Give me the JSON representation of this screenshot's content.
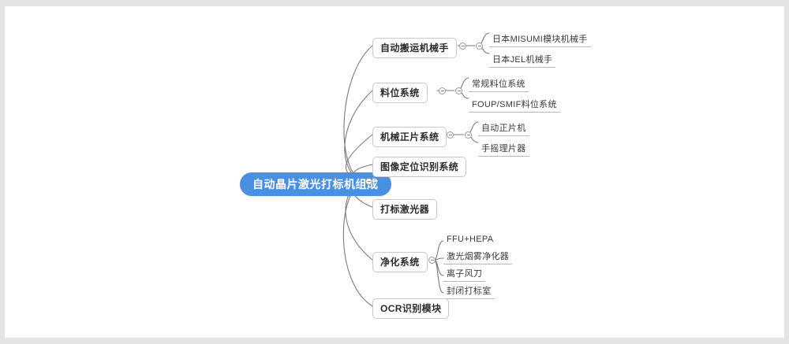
{
  "canvas": {
    "background_color": "#ffffff",
    "frame_color": "#e4e4e4"
  },
  "mindmap": {
    "root": {
      "label": "自动晶片激光打标机组成",
      "color": "#4a90e2",
      "text_color": "#ffffff"
    },
    "branch_style": {
      "border_color": "#c9c9c9",
      "background": "#ffffff",
      "text_color": "#2b2b2b"
    },
    "leaf_style": {
      "underline_color": "#b9b9b9",
      "text_color": "#3a3a3a"
    },
    "edge_color": "#7a7a7a",
    "branches": [
      {
        "label": "自动搬运机械手",
        "children": [
          "日本MISUMI模块机械手",
          "日本JEL机械手"
        ]
      },
      {
        "label": "料位系统",
        "children": [
          "常规料位系统",
          "FOUP/SMIF料位系统"
        ]
      },
      {
        "label": "机械正片系统",
        "children": [
          "自动正片机",
          "手摇理片器"
        ]
      },
      {
        "label": "图像定位识别系统",
        "children": []
      },
      {
        "label": "打标激光器",
        "children": []
      },
      {
        "label": "净化系统",
        "children": [
          "FFU+HEPA",
          "激光烟雾净化器",
          "离子风刀",
          "封闭打标室"
        ]
      },
      {
        "label": "OCR识别模块",
        "children": []
      }
    ]
  }
}
